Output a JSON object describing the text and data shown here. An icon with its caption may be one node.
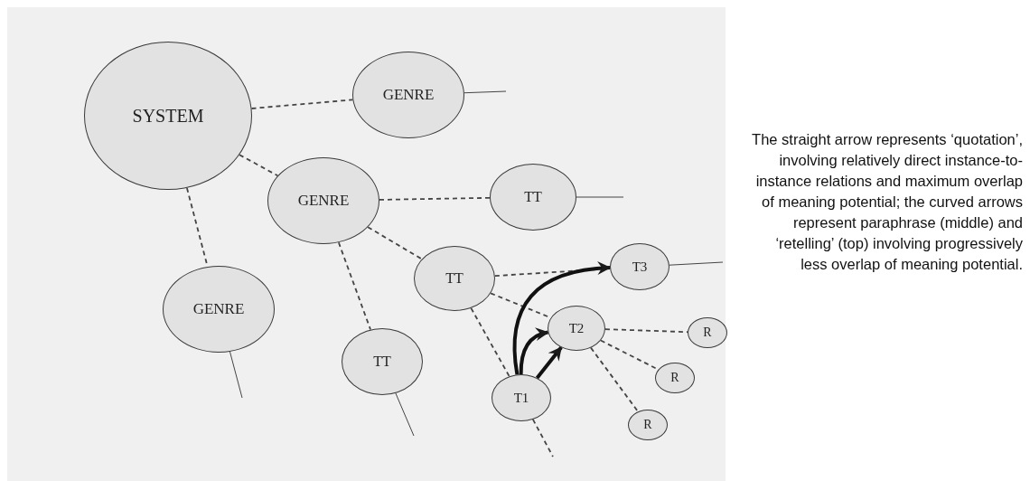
{
  "diagram": {
    "nodes": [
      {
        "text": [
          "SYSTEM"
        ]
      },
      {
        "text": [
          "GENRE"
        ]
      },
      {
        "text": [
          "GENRE"
        ]
      },
      {
        "text": [
          "TT"
        ]
      },
      {
        "text": [
          "TT"
        ]
      },
      {
        "text": [
          "T3"
        ]
      },
      {
        "text": [
          "GENRE"
        ]
      },
      {
        "text": [
          "TT"
        ]
      },
      {
        "text": [
          "T2"
        ]
      },
      {
        "text": [
          "R"
        ]
      },
      {
        "text": [
          "R"
        ]
      },
      {
        "text": [
          "T1"
        ]
      },
      {
        "text": [
          "R"
        ]
      }
    ],
    "edges": [
      {
        "from": 0,
        "to": 1,
        "arrow": "none",
        "style": "dashed"
      },
      {
        "from": 0,
        "to": 2,
        "arrow": "none",
        "style": "dashed"
      },
      {
        "from": 0,
        "to": 6,
        "arrow": "none",
        "style": "dashed"
      },
      {
        "from": 1,
        "to": null,
        "arrow": "none"
      },
      {
        "from": 2,
        "to": 3,
        "arrow": "none",
        "style": "dashed"
      },
      {
        "from": 2,
        "to": 4,
        "arrow": "none",
        "style": "dashed"
      },
      {
        "from": 2,
        "to": 7,
        "arrow": "none",
        "style": "dashed"
      },
      {
        "from": 3,
        "to": null,
        "arrow": "none"
      },
      {
        "from": 4,
        "to": 5,
        "arrow": "none",
        "style": "dashed"
      },
      {
        "from": 4,
        "to": 8,
        "arrow": "none",
        "style": "dashed"
      },
      {
        "from": 4,
        "to": 11,
        "arrow": "none",
        "style": "dashed"
      },
      {
        "from": 5,
        "to": null,
        "arrow": "none"
      },
      {
        "from": 6,
        "to": null,
        "arrow": "none"
      },
      {
        "from": 7,
        "to": null,
        "arrow": "none"
      },
      {
        "from": 8,
        "to": 9,
        "arrow": "none",
        "style": "dashed"
      },
      {
        "from": 8,
        "to": 10,
        "arrow": "none",
        "style": "dashed"
      },
      {
        "from": 8,
        "to": 12,
        "arrow": "none",
        "style": "dashed"
      },
      {
        "from": 11,
        "to": null,
        "arrow": "none",
        "style": "dashed"
      },
      {
        "from": 11,
        "to": 5,
        "arrow": "to",
        "style": "thick"
      },
      {
        "from": 11,
        "to": 8,
        "arrow": "to",
        "style": "thick"
      },
      {
        "from": 11,
        "to": 8,
        "arrow": "to",
        "style": "thick"
      }
    ],
    "labels": [
      "The straight arrow represents ‘quotation’, involving relatively direct instance-to-instance relations and maximum overlap of meaning potential; the curved arrows represent paraphrase (middle) and ‘retelling’ (top) involving progressively less overlap of meaning potential."
    ]
  }
}
